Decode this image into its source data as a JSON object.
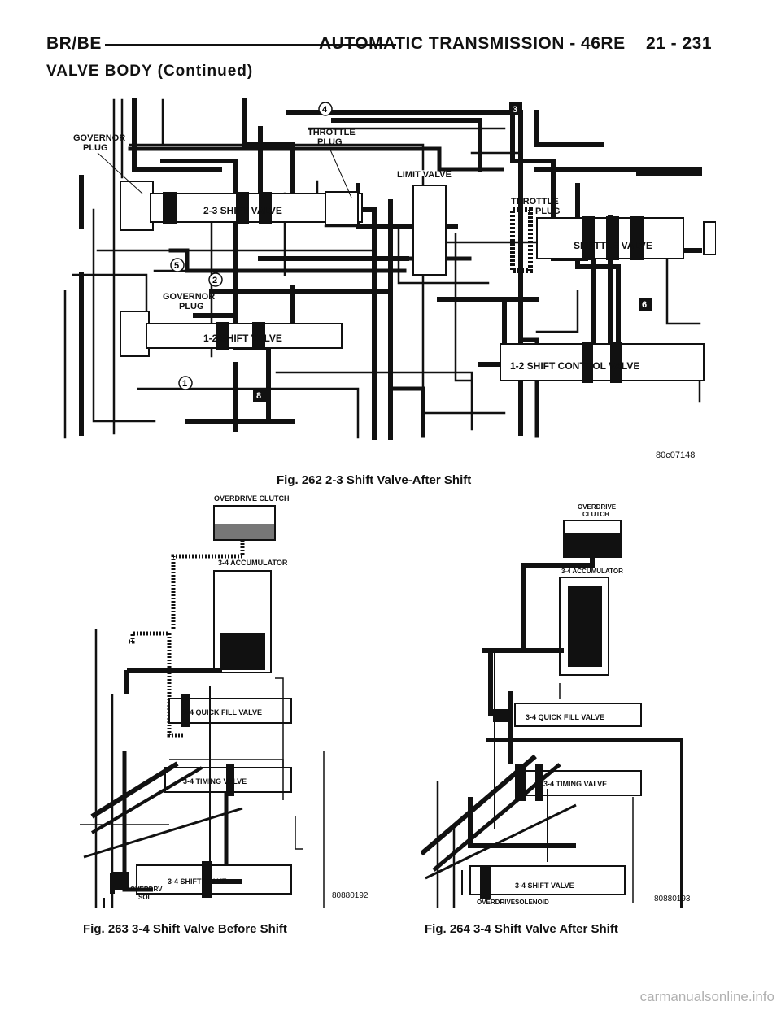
{
  "header": {
    "left": "BR/BE",
    "right": "AUTOMATIC TRANSMISSION - 46RE",
    "page": "21 - 231"
  },
  "section_title": "VALVE BODY (Continued)",
  "figures": [
    {
      "code": "80c07148",
      "caption": "Fig. 262 2-3 Shift Valve-After Shift",
      "labels": {
        "governor_plug_top": [
          "GOVERNOR",
          "PLUG"
        ],
        "throttle_plug_left": [
          "THROTTLE",
          "PLUG"
        ],
        "limit_valve": "LIMIT VALVE",
        "throttle_plug_right": [
          "THROTTLE",
          "PLUG"
        ],
        "shift_valve_23": "2-3 SHIFT VALVE",
        "shuttle_valve": "SHUTTLE VALVE",
        "governor_plug_mid": [
          "GOVERNOR",
          "PLUG"
        ],
        "shift_valve_12": "1-2 SHIFT VALVE",
        "shift_control_valve_12": "1-2 SHIFT CONTROL VALVE",
        "markers": [
          "4",
          "3",
          "5",
          "2",
          "6",
          "1",
          "8"
        ]
      }
    },
    {
      "code": "80880192",
      "caption": "Fig. 263 3-4 Shift Valve Before Shift",
      "labels": {
        "overdrive_clutch": "OVERDRIVE CLUTCH",
        "accumulator": "3-4 ACCUMULATOR",
        "quick_fill": "3-4 QUICK FILL VALVE",
        "timing": "3-4 TIMING VALVE",
        "shift": "3-4 SHIFT VALVE",
        "solenoid": [
          "OVERDRV",
          "SOL"
        ]
      }
    },
    {
      "code": "80880193",
      "caption": "Fig. 264 3-4 Shift Valve After Shift",
      "labels": {
        "overdrive_clutch": [
          "OVERDRIVE",
          "CLUTCH"
        ],
        "accumulator": "3-4 ACCUMULATOR",
        "quick_fill": "3-4 QUICK FILL VALVE",
        "timing": "3-4 TIMING VALVE",
        "shift": "3-4 SHIFT VALVE",
        "solenoid_a": "OVERDRIVE",
        "solenoid_b": "SOLENOID"
      }
    }
  ],
  "footer": "carmanualsonline.info"
}
